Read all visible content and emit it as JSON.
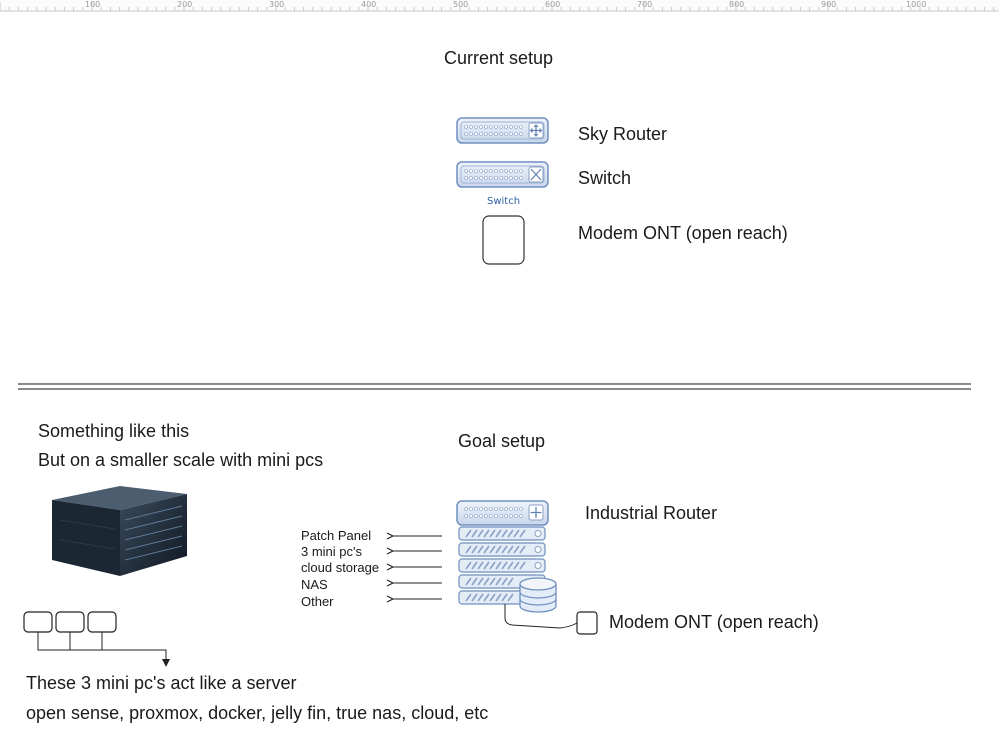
{
  "ruler": {
    "labels": [
      "100",
      "200",
      "300",
      "400",
      "500",
      "600",
      "700",
      "800",
      "900",
      "1000"
    ]
  },
  "top": {
    "title": "Current setup",
    "devices": [
      {
        "label": "Sky Router",
        "icon": "router-icon"
      },
      {
        "label": "Switch",
        "icon": "switch-icon",
        "caption": "Switch"
      },
      {
        "label": "Modem ONT (open reach)",
        "icon": "modem-box-icon"
      }
    ]
  },
  "bottom": {
    "intro_line1": "Something like this",
    "intro_line2": "But on a smaller scale with mini pcs",
    "goal_title": "Goal setup",
    "router_label": "Industrial Router",
    "rack_items": [
      "Patch Panel",
      "3 mini pc's",
      "cloud storage",
      "NAS",
      "Other"
    ],
    "modem_label": "Modem ONT (open reach)",
    "mini_pc_note1": "These 3 mini pc's act like a server",
    "mini_pc_note2": "open sense, proxmox, docker, jelly fin, true nas, cloud, etc"
  },
  "colors": {
    "device_fill": "#dbe5f3",
    "device_stroke": "#6f8fbf",
    "accent_text": "#2d5fa8"
  }
}
